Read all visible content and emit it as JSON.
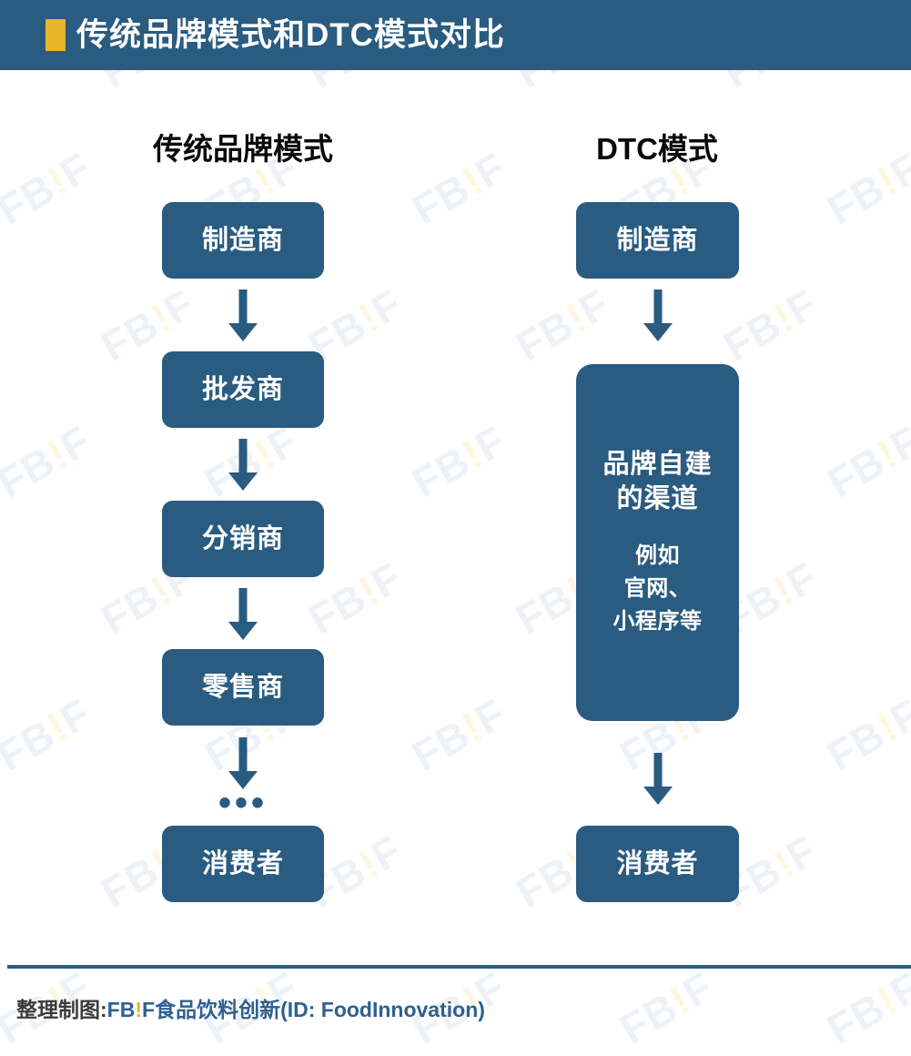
{
  "header": {
    "title": "传统品牌模式和DTC模式对比",
    "marker_icon": "yellow-square-marker",
    "bg_color": "#2a5b80",
    "marker_color": "#e9b52a"
  },
  "columns": {
    "left": {
      "title": "传统品牌模式",
      "nodes": [
        {
          "label": "制造商"
        },
        {
          "label": "批发商"
        },
        {
          "label": "分销商"
        },
        {
          "label": "零售商"
        },
        {
          "label": "消费者"
        }
      ],
      "ellipsis": "•••"
    },
    "right": {
      "title": "DTC模式",
      "nodes": [
        {
          "label": "制造商"
        },
        {
          "label": "品牌自建\n的渠道",
          "line1": "品牌自建",
          "line2": "的渠道",
          "sub1": "例如",
          "sub2": "官网、",
          "sub3": "小程序等"
        },
        {
          "label": "消费者"
        }
      ]
    }
  },
  "footer": {
    "prefix": "整理制图:",
    "brand_part1": "FB",
    "brand_bang": "!",
    "brand_part2": "F食品饮料创新(ID: FoodInnovation)"
  },
  "watermark": {
    "text_part1": "FB",
    "text_bang": "!",
    "text_part2": "F"
  },
  "theme": {
    "node_color": "#2a5b80",
    "accent_yellow": "#e9b52a",
    "text_white": "#ffffff",
    "title_black": "#0a0a0a"
  }
}
